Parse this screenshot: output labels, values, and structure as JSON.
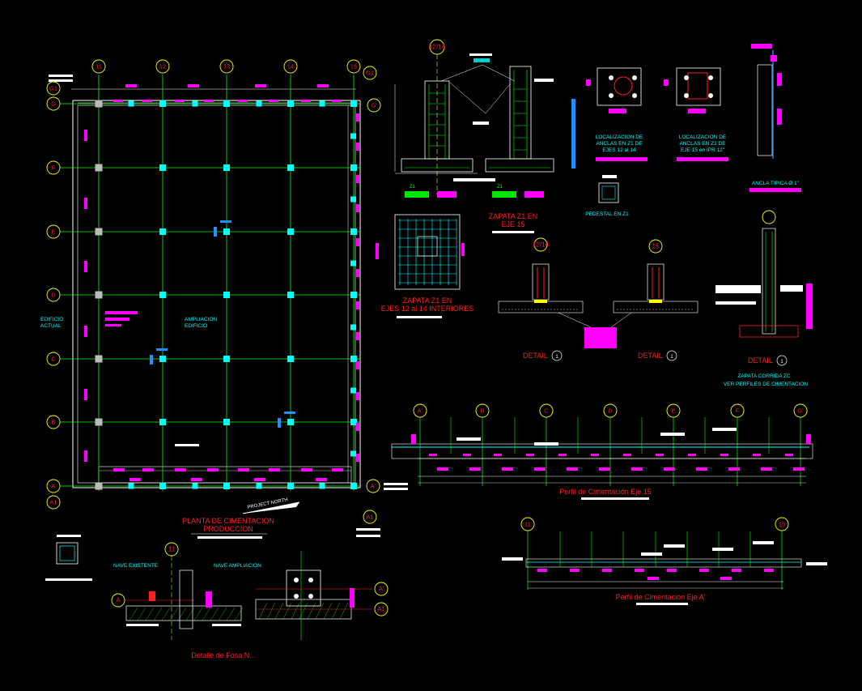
{
  "plan": {
    "columns": [
      "11",
      "12",
      "13",
      "14",
      "15"
    ],
    "rows": [
      "G1",
      "G",
      "F",
      "E",
      "D",
      "C",
      "B",
      "A",
      "A1"
    ],
    "row_right_labels": [
      "G1",
      "G'",
      "A'",
      "A1"
    ],
    "label_existing": [
      "EDIFICIO",
      "ACTUAL"
    ],
    "label_expansion": [
      "AMPLIACION",
      "EDIFICIO"
    ],
    "north": "PROJECT NORTH",
    "title": [
      "PLANTA DE CIMENTACION",
      "PRODUCCION"
    ]
  },
  "zapata_eje15": {
    "axis_label": "12/14",
    "title": [
      "ZAPATA Z1 EN",
      "EJE 15"
    ],
    "z_labels": [
      "Z1",
      "Z1"
    ]
  },
  "zapata_interiores": {
    "title": [
      "ZAPATA Z1 EN",
      "EJES 12 al 14 INTERIORES"
    ]
  },
  "anchors": {
    "loc1": [
      "LOCALIZACION DE",
      "ANCLAS EN Z1 DE",
      "EJES 12 al 14"
    ],
    "loc2": [
      "LOCALIZACION DE",
      "ANCLAS EN Z1 DE",
      "EJE 15 en IPR 12\""
    ],
    "ancla": "ANCLA TIPICA Ø 1\"",
    "pedestal": "PEDESTAL EN Z1"
  },
  "details": {
    "d1_axis": "12/14",
    "d2_axis": "15",
    "detail_word": "DETAIL",
    "detail_num": "1",
    "corrida": [
      "ZAPATA CORRIDA ZC",
      "VER PERFILES DE CIMENTACION"
    ]
  },
  "profile15": {
    "axes": [
      "A'",
      "B",
      "C",
      "D",
      "E",
      "F",
      "G'"
    ],
    "title": "Perfil de Cimentación Eje 15"
  },
  "profileA": {
    "axes": [
      "11",
      "15"
    ],
    "title": "Perfil de Cimentación Eje A'"
  },
  "bottom_detail": {
    "axis": "11",
    "left_axis": "A",
    "right_axes": [
      "A'",
      "A1"
    ],
    "nave_existente": "NAVE EXISTENTE",
    "nave_ampliacion": "NAVE AMPLIACION",
    "title": "Detalle de Fosa N..."
  },
  "colors": {
    "grid_line": "#00ff00",
    "bubble": "#ffff00",
    "bubble_text": "#ff2020",
    "column": "#00ffff",
    "dim": "#ff00ff",
    "wall": "#ffffff",
    "title": "#ff2020",
    "label": "#00ffff"
  }
}
